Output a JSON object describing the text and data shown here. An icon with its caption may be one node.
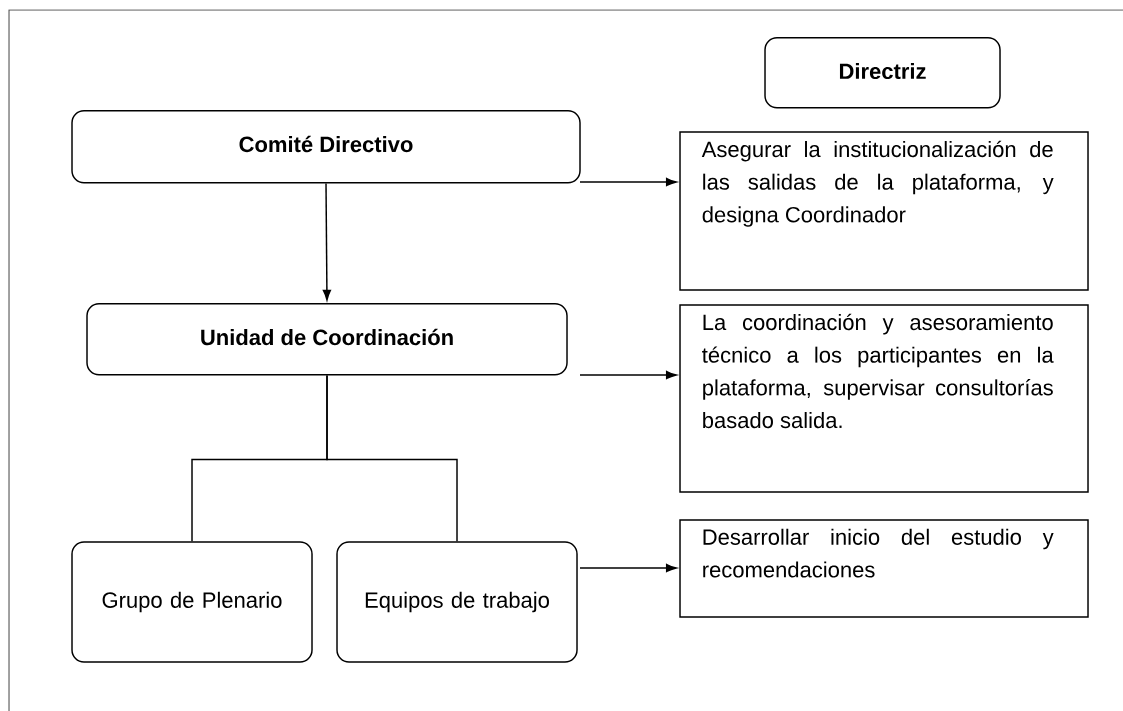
{
  "diagram": {
    "nodes": [
      {
        "text": [
          "Directriz"
        ]
      },
      {
        "text": [
          "Comité Directivo"
        ]
      },
      {
        "text": [
          "Asegurar la institucionalización de las salidas de la plataforma, y designa Coordinador"
        ]
      },
      {
        "text": [
          "Unidad de Coordinación"
        ]
      },
      {
        "text": [
          "La coordinación y asesoramiento técnico a los participantes en la plataforma, supervisar consultorías basado salida."
        ]
      },
      {
        "text": [
          "Grupo de Plenario"
        ]
      },
      {
        "text": [
          "Equipos de trabajo"
        ]
      },
      {
        "text": [
          "Desarrollar inicio del estudio y recomendaciones"
        ]
      }
    ],
    "edges": [
      {
        "from": 1,
        "to": 3,
        "arrow": "to"
      },
      {
        "from": 1,
        "to": 2,
        "arrow": "to"
      },
      {
        "from": 3,
        "to": 4,
        "arrow": "to"
      },
      {
        "from": 3,
        "to": 5,
        "arrow": "none"
      },
      {
        "from": 3,
        "to": 6,
        "arrow": "none"
      },
      {
        "from": 6,
        "to": 7,
        "arrow": "to"
      }
    ]
  }
}
